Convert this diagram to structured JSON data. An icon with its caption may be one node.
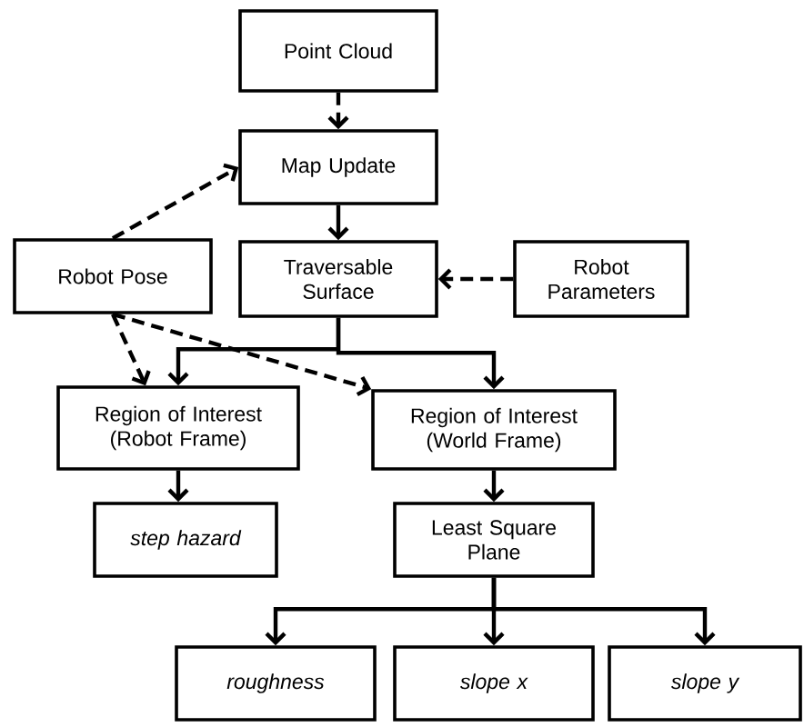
{
  "diagram": {
    "nodes": [
      {
        "text": [
          "Point Cloud"
        ]
      },
      {
        "text": [
          "Map Update"
        ]
      },
      {
        "text": [
          "Robot Pose"
        ]
      },
      {
        "text": [
          "Traversable Surface"
        ]
      },
      {
        "text": [
          "Robot Parameters"
        ]
      },
      {
        "text": [
          "Region of Interest (Robot Frame)"
        ]
      },
      {
        "text": [
          "Region of Interest (World Frame)"
        ]
      },
      {
        "text": [
          "step hazard"
        ]
      },
      {
        "text": [
          "Least Square Plane"
        ]
      },
      {
        "text": [
          "roughness"
        ]
      },
      {
        "text": [
          "slope x"
        ]
      },
      {
        "text": [
          "slope y"
        ]
      }
    ],
    "edges": [
      {
        "from": 0,
        "to": 1,
        "arrow": "to",
        "style": "dashed"
      },
      {
        "from": 2,
        "to": 1,
        "arrow": "to",
        "style": "dashed"
      },
      {
        "from": 1,
        "to": 3,
        "arrow": "to"
      },
      {
        "from": 4,
        "to": 3,
        "arrow": "to",
        "style": "dashed"
      },
      {
        "from": 3,
        "to": 5,
        "arrow": "to"
      },
      {
        "from": 3,
        "to": 6,
        "arrow": "to"
      },
      {
        "from": 2,
        "to": 5,
        "arrow": "to",
        "style": "dashed"
      },
      {
        "from": 2,
        "to": 6,
        "arrow": "to",
        "style": "dashed"
      },
      {
        "from": 5,
        "to": 7,
        "arrow": "to"
      },
      {
        "from": 6,
        "to": 8,
        "arrow": "to"
      },
      {
        "from": 8,
        "to": 9,
        "arrow": "to"
      },
      {
        "from": 8,
        "to": 10,
        "arrow": "to"
      },
      {
        "from": 8,
        "to": 11,
        "arrow": "to"
      }
    ]
  }
}
